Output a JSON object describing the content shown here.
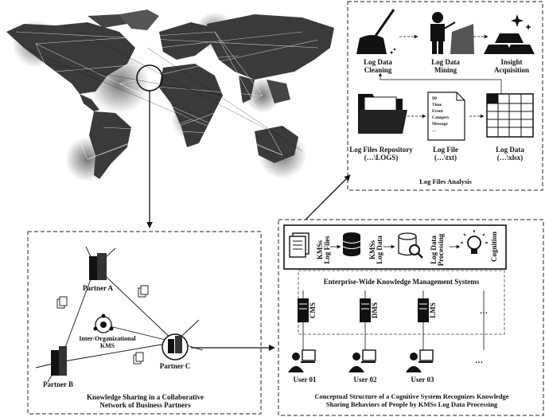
{
  "log_analysis": {
    "top_steps": [
      {
        "line1": "Log Data",
        "line2": "Cleaning"
      },
      {
        "line1": "Log Data",
        "line2": "Mining"
      },
      {
        "line1": "Insight",
        "line2": "Acquisition"
      }
    ],
    "bottom_steps": [
      {
        "line1": "Log Files Repository",
        "line2": "(…\\LOGS)"
      },
      {
        "line1": "Log File",
        "line2": "(…\\txt)"
      },
      {
        "line1": "Log Data",
        "line2": "(…\\xlsx)"
      }
    ],
    "file_fields": [
      "ID",
      "Time",
      "Event",
      "Category",
      "Message",
      "…"
    ],
    "caption": "Log Files Analysis"
  },
  "network": {
    "partners": [
      "Partner A",
      "Partner B",
      "Partner C"
    ],
    "kms_line1": "Inter-Organizational",
    "kms_line2": "KMS",
    "caption_line1": "Knowledge Sharing in a Collaborative",
    "caption_line2": "Network of Business Partners"
  },
  "cognitive": {
    "pipeline": [
      {
        "line1": "KMSs",
        "line2": "Log Files"
      },
      {
        "line1": "KMSs",
        "line2": "Log Data"
      },
      {
        "line1": "Log Data",
        "line2": "Processing"
      },
      {
        "line1": "Cognition",
        "line2": ""
      }
    ],
    "enterprise_title": "Enterprise-Wide Knowledge Management Systems",
    "systems": [
      "CMS",
      "DMS",
      "LMS",
      "…"
    ],
    "users": [
      "User 01",
      "User 02",
      "User 03",
      "…"
    ],
    "caption_line1": "Conceptual Structure of a Cognitive System Recognizes Knowledge",
    "caption_line2": "Sharing Behaviors of People by KMSs Log Data Processing"
  },
  "colors": {
    "ink": "#111111",
    "map": "#3a3a3a"
  }
}
